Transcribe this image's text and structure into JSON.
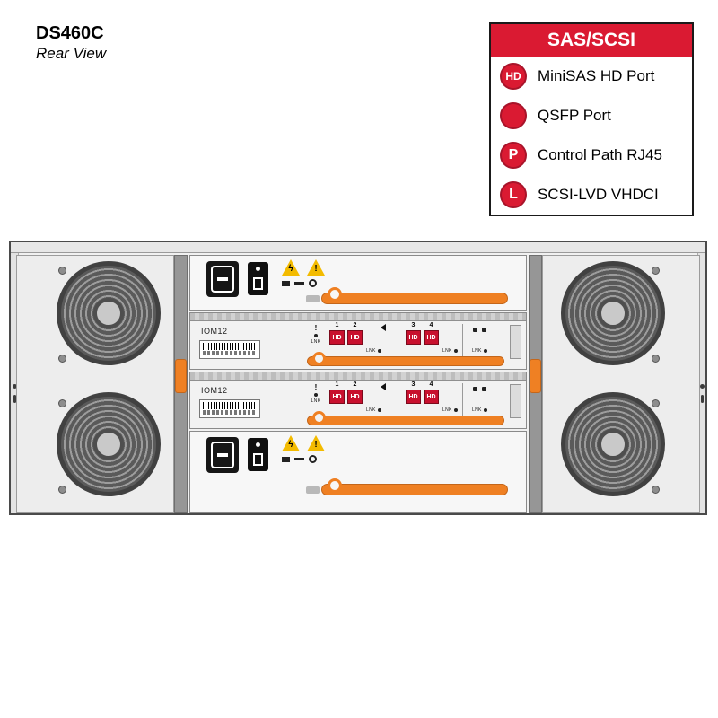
{
  "title": "DS460C",
  "subtitle": "Rear View",
  "legend": {
    "header": "SAS/SCSI",
    "items": [
      {
        "icon_label": "HD",
        "label": "MiniSAS HD Port"
      },
      {
        "icon_label": "",
        "label": "QSFP Port"
      },
      {
        "icon_label": "P",
        "label": "Control Path RJ45"
      },
      {
        "icon_label": "L",
        "label": "SCSI-LVD VHDCI"
      }
    ]
  },
  "colors": {
    "legend_red": "#da1a32",
    "port_red": "#c8102e",
    "handle_orange": "#ef8023"
  },
  "iom": {
    "port_label": "HD",
    "lnk_label": "LNK",
    "alert_label": "!",
    "modules": [
      {
        "label": "IOM12",
        "ports": [
          "1",
          "2",
          "3",
          "4"
        ]
      },
      {
        "label": "IOM12",
        "ports": [
          "1",
          "2",
          "3",
          "4"
        ]
      }
    ]
  },
  "psu": {
    "warning_bolt": "ϟ",
    "warning_exclamation": "!"
  }
}
